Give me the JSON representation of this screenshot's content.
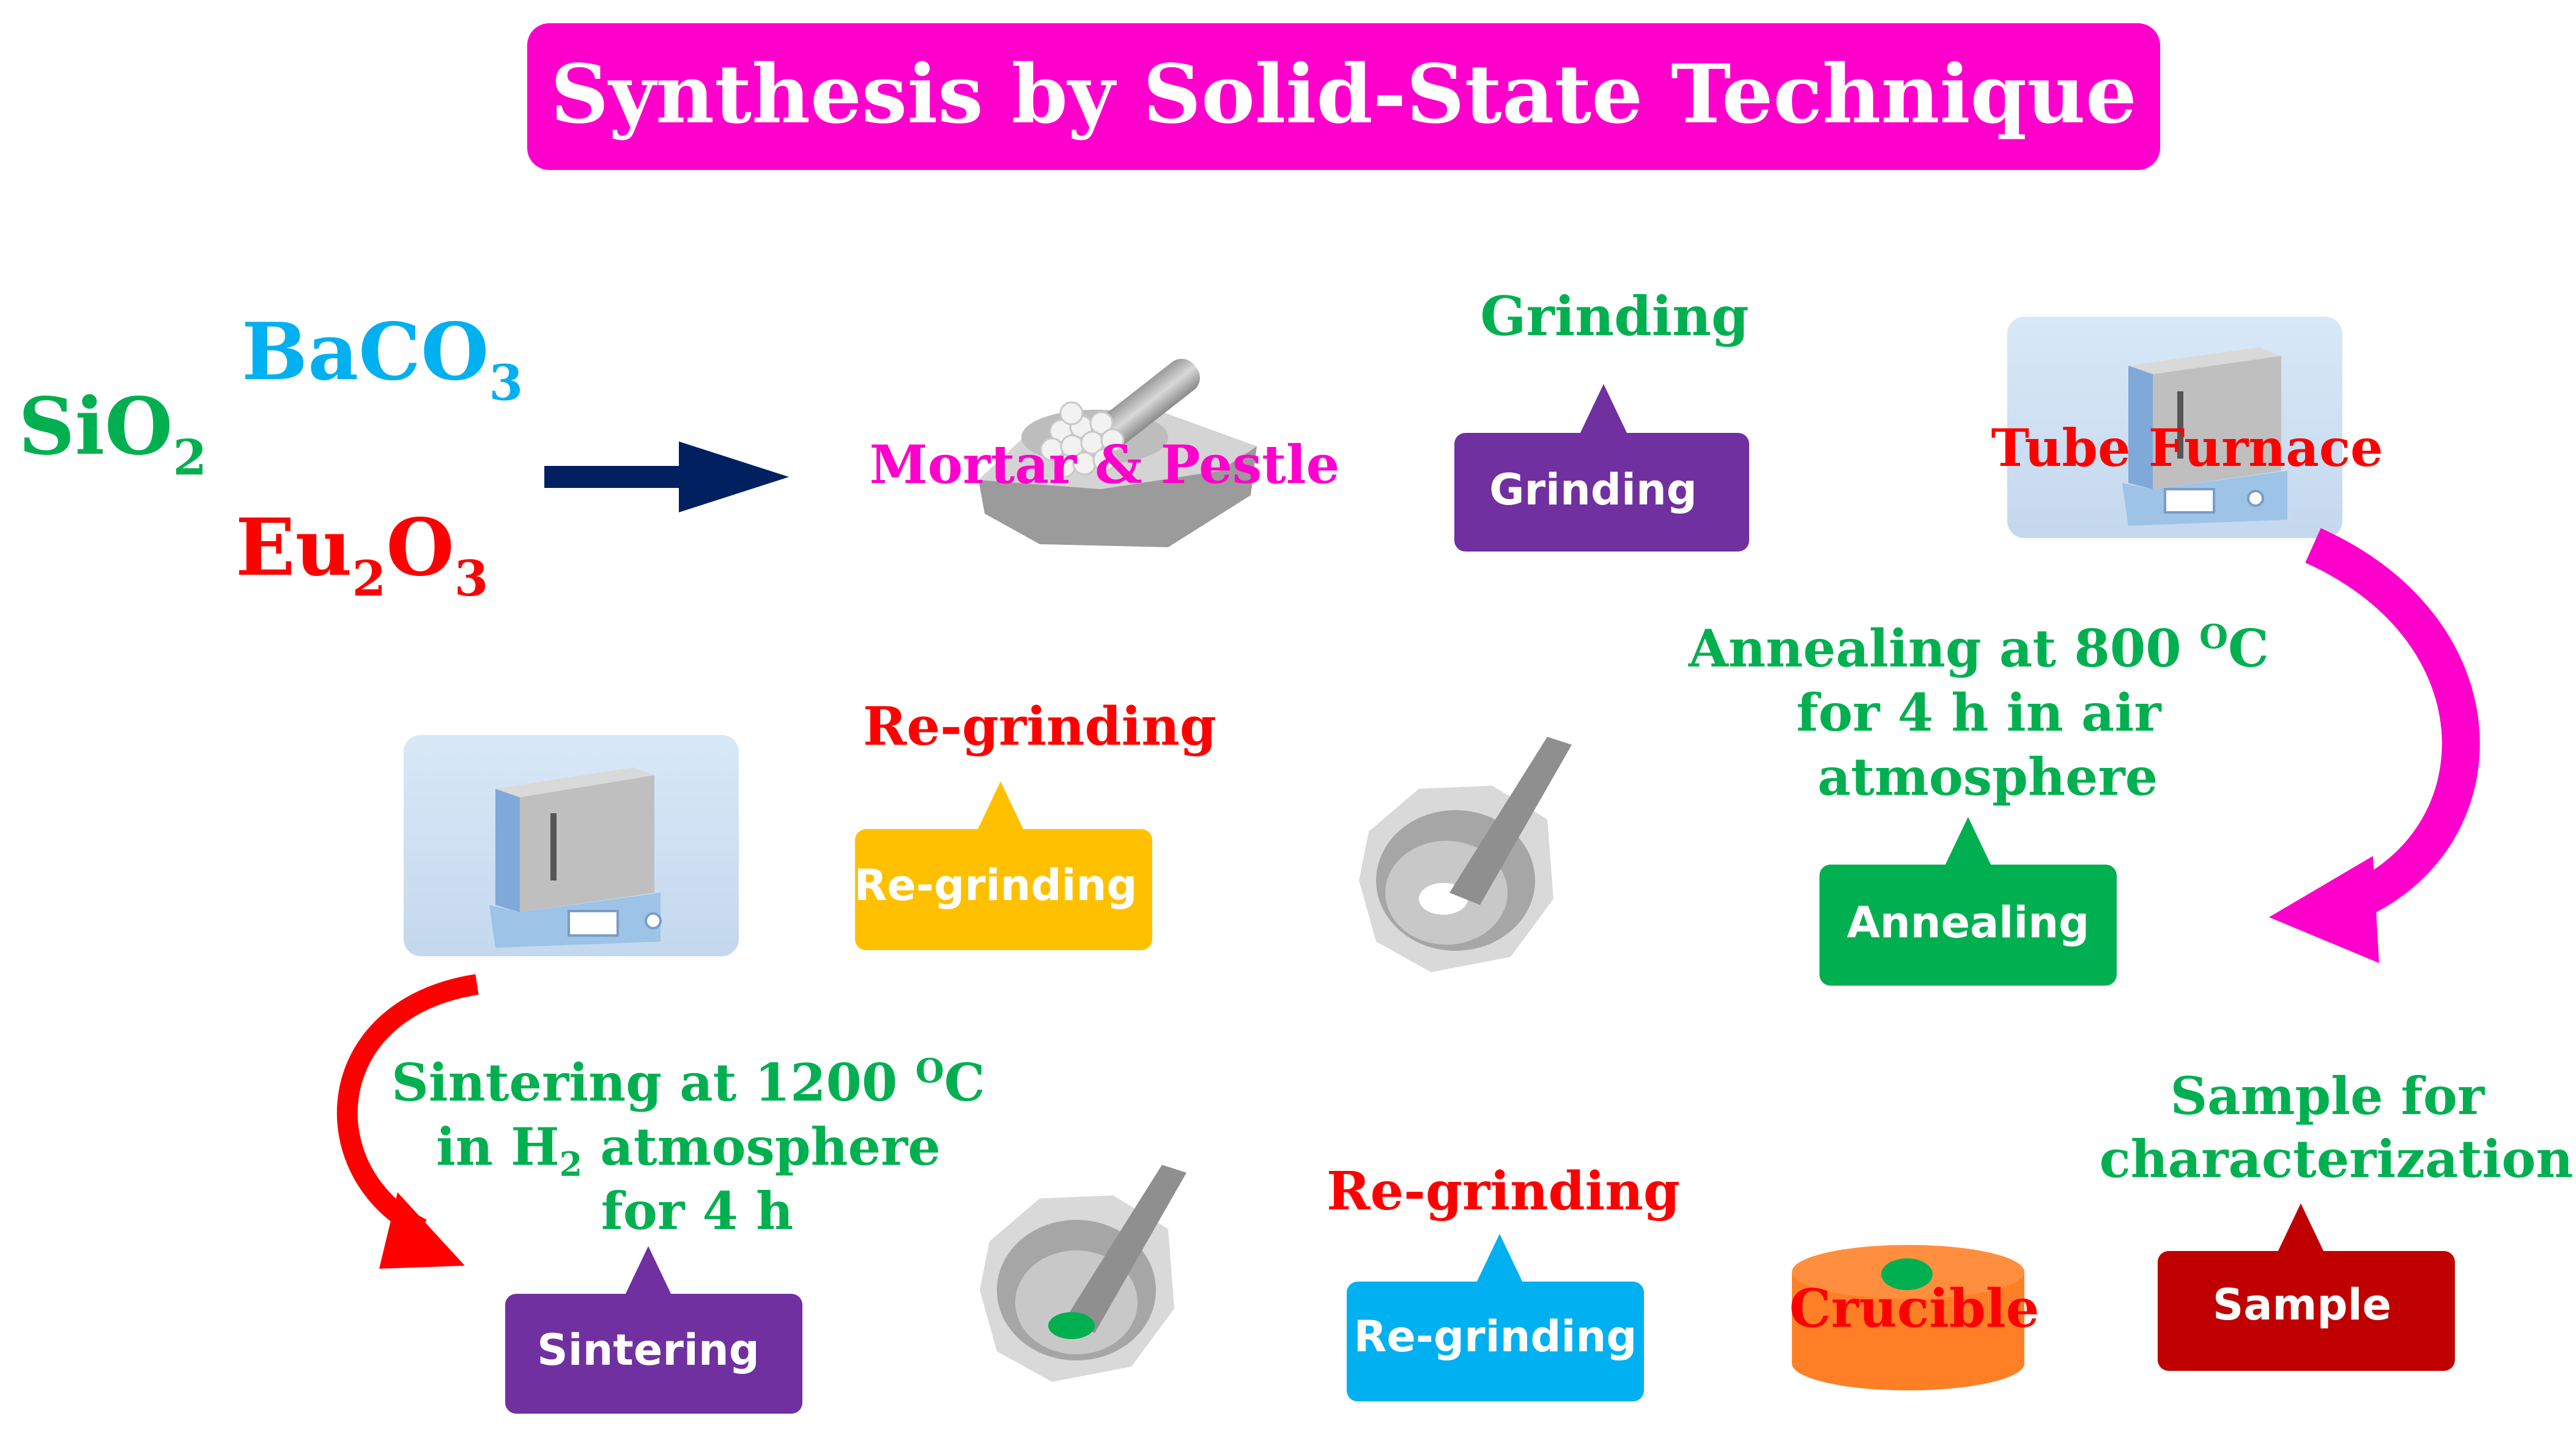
{
  "title": "Synthesis by Solid-State Technique",
  "reagents": {
    "sio2": {
      "base": "SiO",
      "sub": "2"
    },
    "baco3": {
      "base": "BaCO",
      "sub": "3"
    },
    "eu2o3": {
      "base1": "Eu",
      "sub1": "2",
      "base2": "O",
      "sub2": "3"
    }
  },
  "labels": {
    "mortar_pestle": "Mortar & Pestle",
    "grinding_heading": "Grinding",
    "tube_furnace": "Tube Furnace",
    "annealing_line1": "Annealing at 800 ",
    "annealing_deg": "O",
    "annealing_unit": "C",
    "annealing_line2": "for 4 h in air",
    "annealing_line3": "atmosphere",
    "regrinding_heading_1": "Re-grinding",
    "sintering_line1": "Sintering at 1200 ",
    "sintering_deg": "O",
    "sintering_unit": "C",
    "sintering_line2a": "in H",
    "sintering_line2sub": "2",
    "sintering_line2b": " atmosphere",
    "sintering_line3": "for 4 h",
    "regrinding_heading_2": "Re-grinding",
    "crucible": "Crucible",
    "sample_line1": "Sample for",
    "sample_line2": "characterization"
  },
  "boxes": {
    "grinding": "Grinding",
    "annealing": "Annealing",
    "regrinding_1": "Re-grinding",
    "sintering": "Sintering",
    "regrinding_2": "Re-grinding",
    "sample": "Sample"
  },
  "colors": {
    "title_bg": "#ff00cc",
    "green": "#00b050",
    "cyan": "#00b0f0",
    "red": "#ff0000",
    "magenta": "#ff00cc",
    "navy": "#002060",
    "purple": "#7030a0",
    "yellow": "#ffc000",
    "darkred": "#c00000",
    "orange": "#ff7f27"
  },
  "icons": [
    "mortar-pestle-icon",
    "furnace-icon",
    "crucible-icon",
    "arrow-icon"
  ]
}
